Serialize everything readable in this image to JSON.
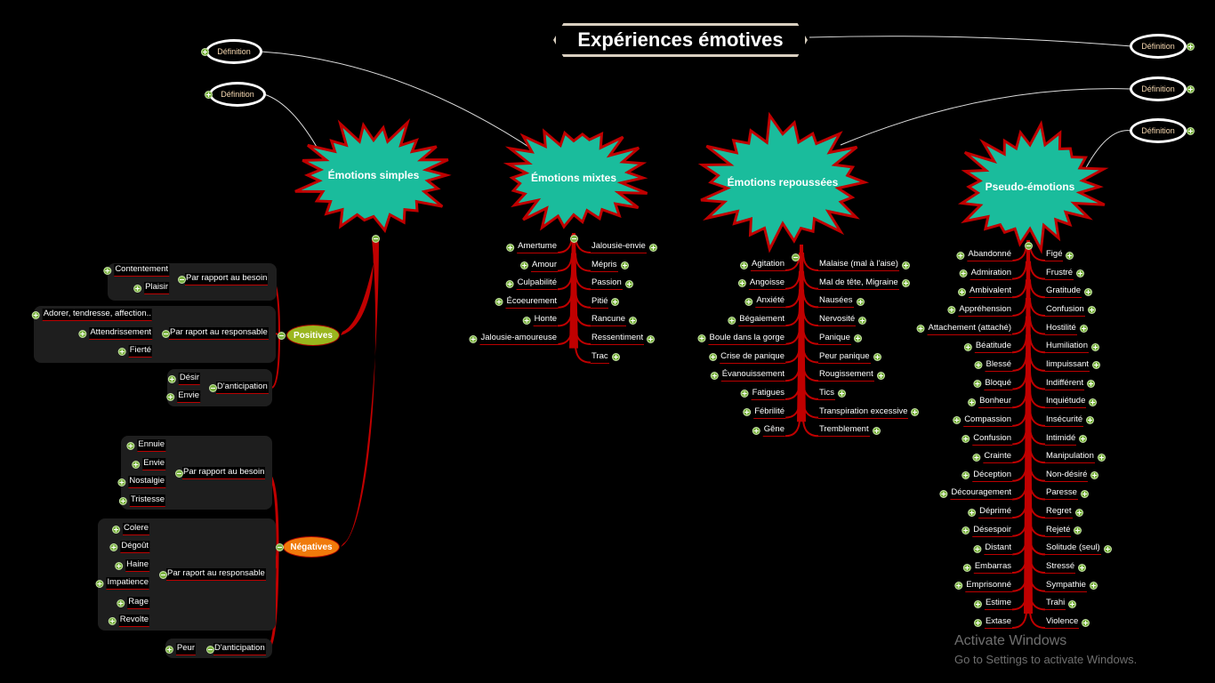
{
  "title": "Expériences émotives",
  "definition_label": "Définition",
  "colors": {
    "cloud": "#1abc9c",
    "branch": "#c00000",
    "positives": "#9ab61e",
    "negatives": "#f07a0a"
  },
  "simples": {
    "label": "Émotions simples",
    "positives": {
      "label": "Positives",
      "groups": [
        {
          "label": "Par rapport au besoin",
          "items": [
            "Contentement",
            "Plaisir"
          ]
        },
        {
          "label": "Par raport au responsable",
          "items": [
            "Adorer, tendresse, affection..",
            "Attendrissement",
            "Fierté"
          ]
        },
        {
          "label": "D'anticipation",
          "items": [
            "Désir",
            "Envie"
          ]
        }
      ]
    },
    "negatives": {
      "label": "Négatives",
      "groups": [
        {
          "label": "Par rapport au besoin",
          "items": [
            "Ennuie",
            "Envie",
            "Nostalgie",
            "Tristesse"
          ]
        },
        {
          "label": "Par raport au responsable",
          "items": [
            "Colere",
            "Dégoût",
            "Haine",
            "Impatience",
            "Rage",
            "Revolte"
          ]
        },
        {
          "label": "D'anticipation",
          "items": [
            "Peur"
          ]
        }
      ]
    }
  },
  "mixtes": {
    "label": "Émotions mixtes",
    "left": [
      "Amertume",
      "Amour",
      "Culpabilité",
      "Écoeurement",
      "Honte",
      "Jalousie-amoureuse"
    ],
    "right": [
      "Jalousie-envie",
      "Mépris",
      "Passion",
      "Pitié",
      "Rancune",
      "Ressentiment",
      "Trac"
    ]
  },
  "repoussees": {
    "label": "Émotions repoussées",
    "left": [
      "Agitation",
      "Angoisse",
      "Anxiété",
      "Bégaiement",
      "Boule dans  la gorge",
      "Crise de panique",
      "Évanouissement",
      "Fatigues",
      "Fébrilité",
      "Gêne"
    ],
    "right": [
      "Malaise (mal à l'aise)",
      "Mal de tête, Migraine",
      "Nausées",
      "Nervosité",
      "Panique",
      "Peur panique",
      "Rougissement",
      "Tics",
      "Transpiration excessive",
      "Tremblement"
    ]
  },
  "pseudo": {
    "label": "Pseudo-émotions",
    "left": [
      "Abandonné",
      "Admiration",
      "Ambivalent",
      "Appréhension",
      "Attachement (attaché)",
      "Béatitude",
      "Blessé",
      "Bloqué",
      "Bonheur",
      "Compassion",
      "Confusion",
      "Crainte",
      "Déception",
      "Découragement",
      "Déprimé",
      "Désespoir",
      "Distant",
      "Embarras",
      "Emprisonné",
      "Estime",
      "Extase"
    ],
    "right": [
      "Figé",
      "Frustré",
      "Gratitude",
      "Confusion",
      "Hostilité",
      "Humiliation",
      "Iimpuissant",
      "Indifférent",
      "Inquiétude",
      "Insécurité",
      "Intimidé",
      "Manipulation",
      "Non-désiré",
      "Paresse",
      "Regret",
      "Rejeté",
      "Solitude (seul)",
      "Stressé",
      "Sympathie",
      "Trahi",
      "Violence"
    ]
  },
  "watermark": {
    "line1": "Activate Windows",
    "line2": "Go to Settings to activate Windows."
  }
}
